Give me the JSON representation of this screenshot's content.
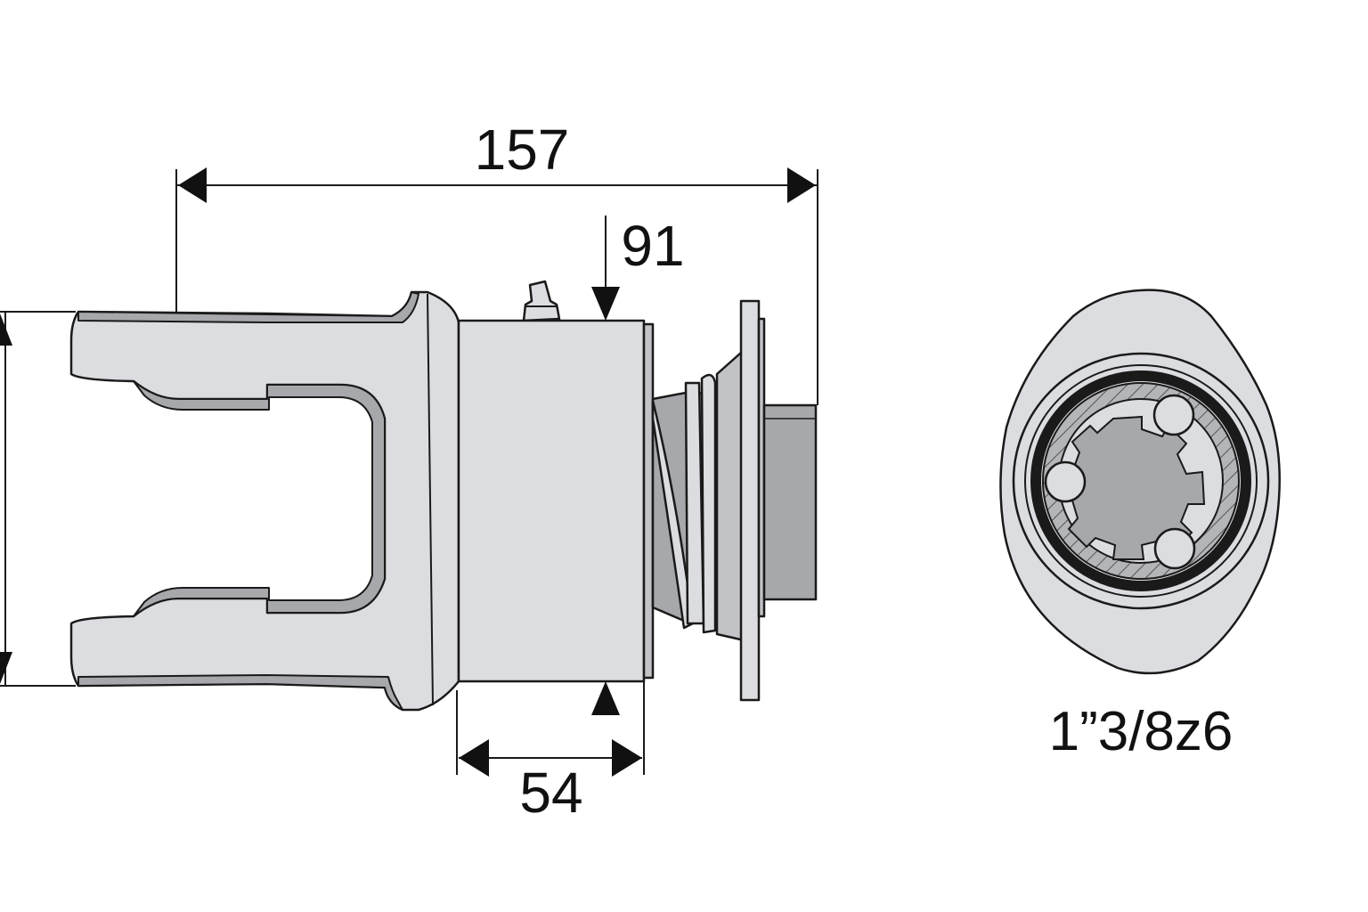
{
  "dimensions": {
    "overall_length": "157",
    "offset_length": "91",
    "collar_length": "54"
  },
  "spline_spec": "1”3/8z6",
  "colors": {
    "body_fill": "#dcdde0",
    "shadow_fill": "#a7a8ab",
    "mid_fill": "#c2c3c6",
    "dark_fill": "#8e8f92",
    "outline": "#1a1a1a",
    "background": "#ffffff"
  }
}
